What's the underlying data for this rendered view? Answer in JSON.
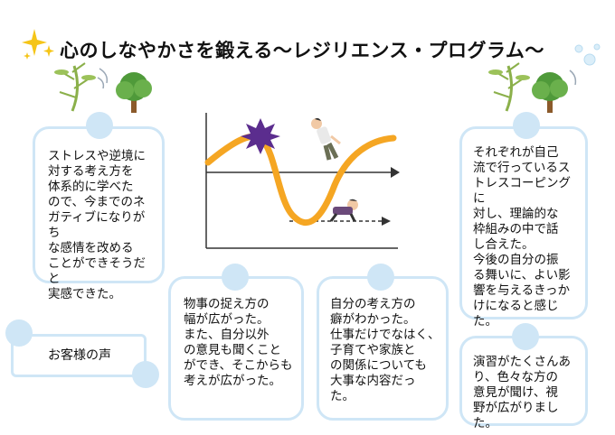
{
  "title": "心のしなやかさを鍛える～レジリエンス・プログラム～",
  "colors": {
    "card_border": "#cfe6f6",
    "dot": "#cfe6f6",
    "curve": "#f5a623",
    "burst": "#5b2d8e",
    "sparkle": "#f5c518"
  },
  "icons": [
    "sparkle-icon",
    "bamboo-tree-icon",
    "burst-icon",
    "falling-person-icon",
    "crawling-person-icon"
  ],
  "cards": {
    "left": "ストレスや逆境に\n対する考え方を\n体系的に学べた\nので、今までのネ\nガティブになりがち\nな感情を改める\nことができそうだと\n実感できた。",
    "middle1": "物事の捉え方の\n幅が広がった。\nまた、自分以外\nの意見も聞くこと\nができ、そこからも\n考えが広がった。",
    "middle2": "自分の考え方の\n癖がわかった。\n仕事だけでなはく、\n子育てや家族と\nの関係についても\n大事な内容だっ\nた。",
    "right_top": "それぞれが自己\n流で行っているス\nトレスコーピングに\n対し、理論的な\n枠組みの中で話\nし合えた。\n今後の自分の振\nる舞いに、よい影\n響を与えるきっか\nけになると感じた。",
    "right_bottom": "演習がたくさんあ\nり、色々な方の\n意見が聞け、視\n野が広がりました。"
  },
  "voice_label": "お客様の声"
}
